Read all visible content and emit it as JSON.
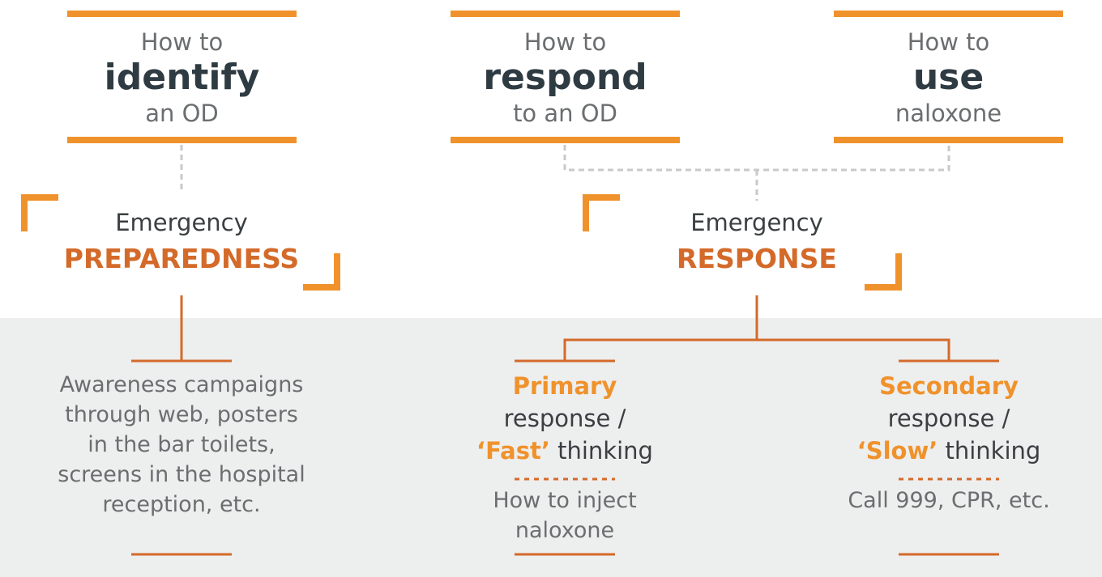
{
  "colors": {
    "orange": "#f0922c",
    "dark_orange": "#d46a2a",
    "connector": "#c9c9c9",
    "band": "#edeeee"
  },
  "top_boxes": [
    {
      "line1": "How to",
      "line2": "identify",
      "line3": "an OD"
    },
    {
      "line1": "How to",
      "line2": "respond",
      "line3": "to an OD"
    },
    {
      "line1": "How to",
      "line2": "use",
      "line3": "naloxone"
    }
  ],
  "preparedness": {
    "line1": "Emergency",
    "line2": "PREPAREDNESS"
  },
  "response": {
    "line1": "Emergency",
    "line2": "RESPONSE"
  },
  "awareness": {
    "lines": [
      "Awareness campaigns",
      "through web, posters",
      "in the bar toilets,",
      "screens in the hospital",
      "reception, etc."
    ]
  },
  "primary": {
    "title": "Primary",
    "line2": "response /",
    "quote": "‘Fast’",
    "word": " thinking",
    "detail1": "How to inject",
    "detail2": "naloxone"
  },
  "secondary": {
    "title": "Secondary",
    "line2": "response /",
    "quote": "‘Slow’",
    "word": " thinking",
    "detail1": "Call 999, CPR, etc."
  }
}
